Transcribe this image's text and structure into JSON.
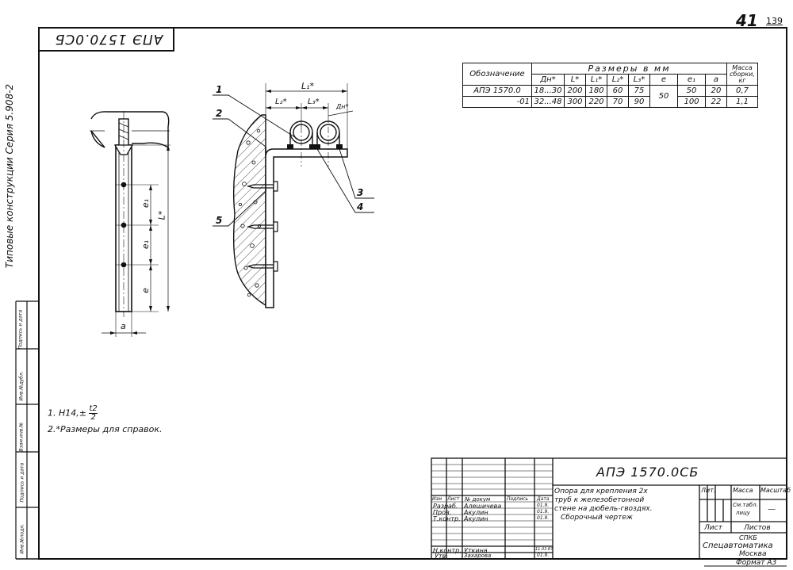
{
  "page_numbers": {
    "handwritten": "41",
    "printed": "139"
  },
  "stamp_code": "АПЭ 1570.0СБ",
  "side_label": "Типовые конструкции  Серия 5.908-2",
  "left_strip": [
    "Инв.№подл.",
    "Подпись и дата",
    "Взам.инв.№",
    "Инв.№дубл.",
    "Подпись и дата"
  ],
  "table": {
    "col_designation": "Обозначение",
    "sizes_header": "Размеры в мм",
    "mass_header": "Масса сборки, кг",
    "cols": [
      "Дн*",
      "L*",
      "L₁*",
      "L₂*",
      "L₃*",
      "e",
      "e₁",
      "a"
    ],
    "rows": [
      {
        "designation": "АПЭ 1570.0",
        "dn": "18...30",
        "L": "200",
        "L1": "180",
        "L2": "60",
        "L3": "75",
        "e1": "50",
        "a": "20",
        "mass": "0,7"
      },
      {
        "designation": "-01",
        "dn": "32...48",
        "L": "300",
        "L1": "220",
        "L2": "70",
        "L3": "90",
        "e1": "100",
        "a": "22",
        "mass": "1,1"
      }
    ],
    "e_shared": "50"
  },
  "drawing_labels": {
    "left_view": {
      "e": "e",
      "e1_top": "e₁",
      "e1_bottom": "e₁",
      "L": "L*",
      "a": "a"
    },
    "right_view": {
      "L1": "L₁*",
      "L2": "L₂*",
      "L3": "L₃*",
      "Dn": "Дн*",
      "pos1": "1",
      "pos2": "2",
      "pos3": "3",
      "pos4": "4",
      "pos5": "5"
    }
  },
  "notes": [
    "1. Н14,± t2/2",
    "2.*Размеры для справок."
  ],
  "note1_parts": {
    "prefix": "1. Н14,±",
    "num": "t2",
    "den": "2"
  },
  "title_block": {
    "doc_code": "АПЭ 1570.0СБ",
    "description": "Опора для крепления 2х труб к железобетонной стене на дюбель-гвоздях. Сборочный чертеж",
    "desc_lines": [
      "Опора для крепления 2х",
      "труб к железобетонной",
      "стене на дюбель-гвоздях.",
      "Сборочный чертеж"
    ],
    "headers": {
      "change": "Изм",
      "sheet": "Лист",
      "docnum": "№ докум",
      "sign": "Подпись",
      "date": "Дата"
    },
    "people": [
      {
        "role": "Разраб.",
        "name": "Алешичева",
        "date": "01.9."
      },
      {
        "role": "Пров.",
        "name": "Акулин",
        "date": "01.9."
      },
      {
        "role": "Т.контр.",
        "name": "Акулин",
        "date": "01.9."
      },
      {
        "role": "Н.контр.",
        "name": "Уткина",
        "date": "11.03.87"
      },
      {
        "role": "Утв.",
        "name": "Захарова",
        "date": "01.9."
      }
    ],
    "lit": "Лит.",
    "mass": "Масса",
    "scale": "Масштаб",
    "mass_value": "См.табл.",
    "mass_value2": "лицу",
    "scale_value": "—",
    "sheet": "Лист",
    "sheets": "Листов",
    "org_line1": "СПКБ",
    "org_line2": "Спецавтоматика",
    "org_line3": "Москва",
    "format": "Формат А3"
  }
}
